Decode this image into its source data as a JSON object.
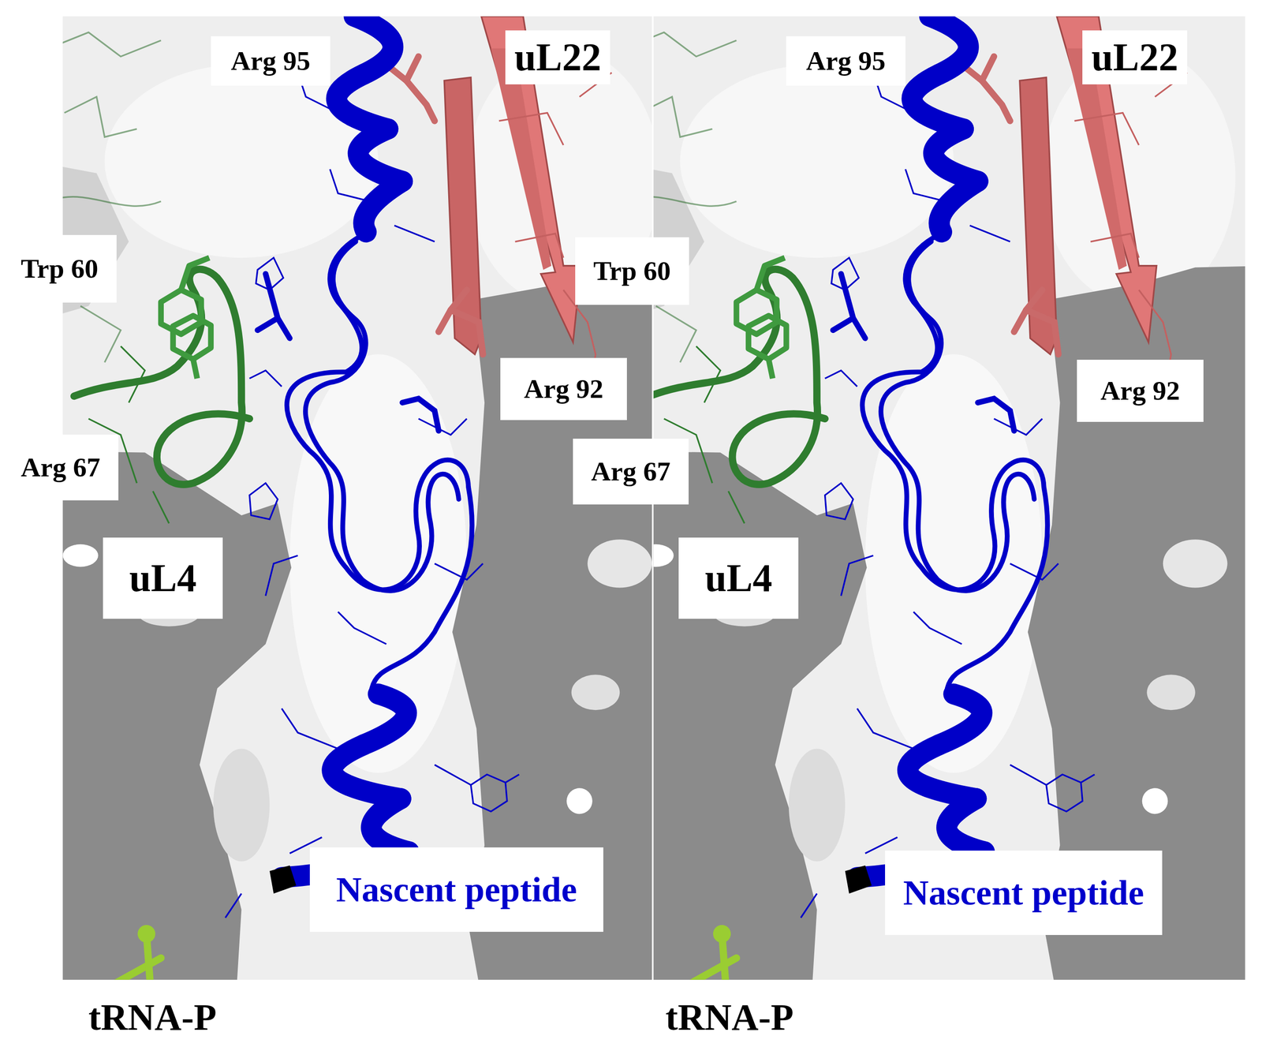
{
  "diagram": {
    "nodes": [
      {
        "text": [
          "Arg 95"
        ]
      },
      {
        "text": [
          "uL22"
        ]
      },
      {
        "text": [
          "Arg 95"
        ]
      },
      {
        "text": [
          "uL22"
        ]
      },
      {
        "text": [
          "Trp 60"
        ]
      },
      {
        "text": [
          "Trp 60"
        ]
      },
      {
        "text": [
          "Arg 92"
        ]
      },
      {
        "text": [
          "Arg 67"
        ]
      },
      {
        "text": [
          "Arg 67"
        ]
      },
      {
        "text": [
          "Arg 92"
        ]
      },
      {
        "text": [
          "uL4"
        ]
      },
      {
        "text": [
          "uL4"
        ]
      },
      {
        "text": [
          "Nascent peptide"
        ]
      },
      {
        "text": [
          "Nascent peptide"
        ]
      }
    ],
    "labels": [
      "tRNA-P",
      "tRNA-P"
    ]
  }
}
